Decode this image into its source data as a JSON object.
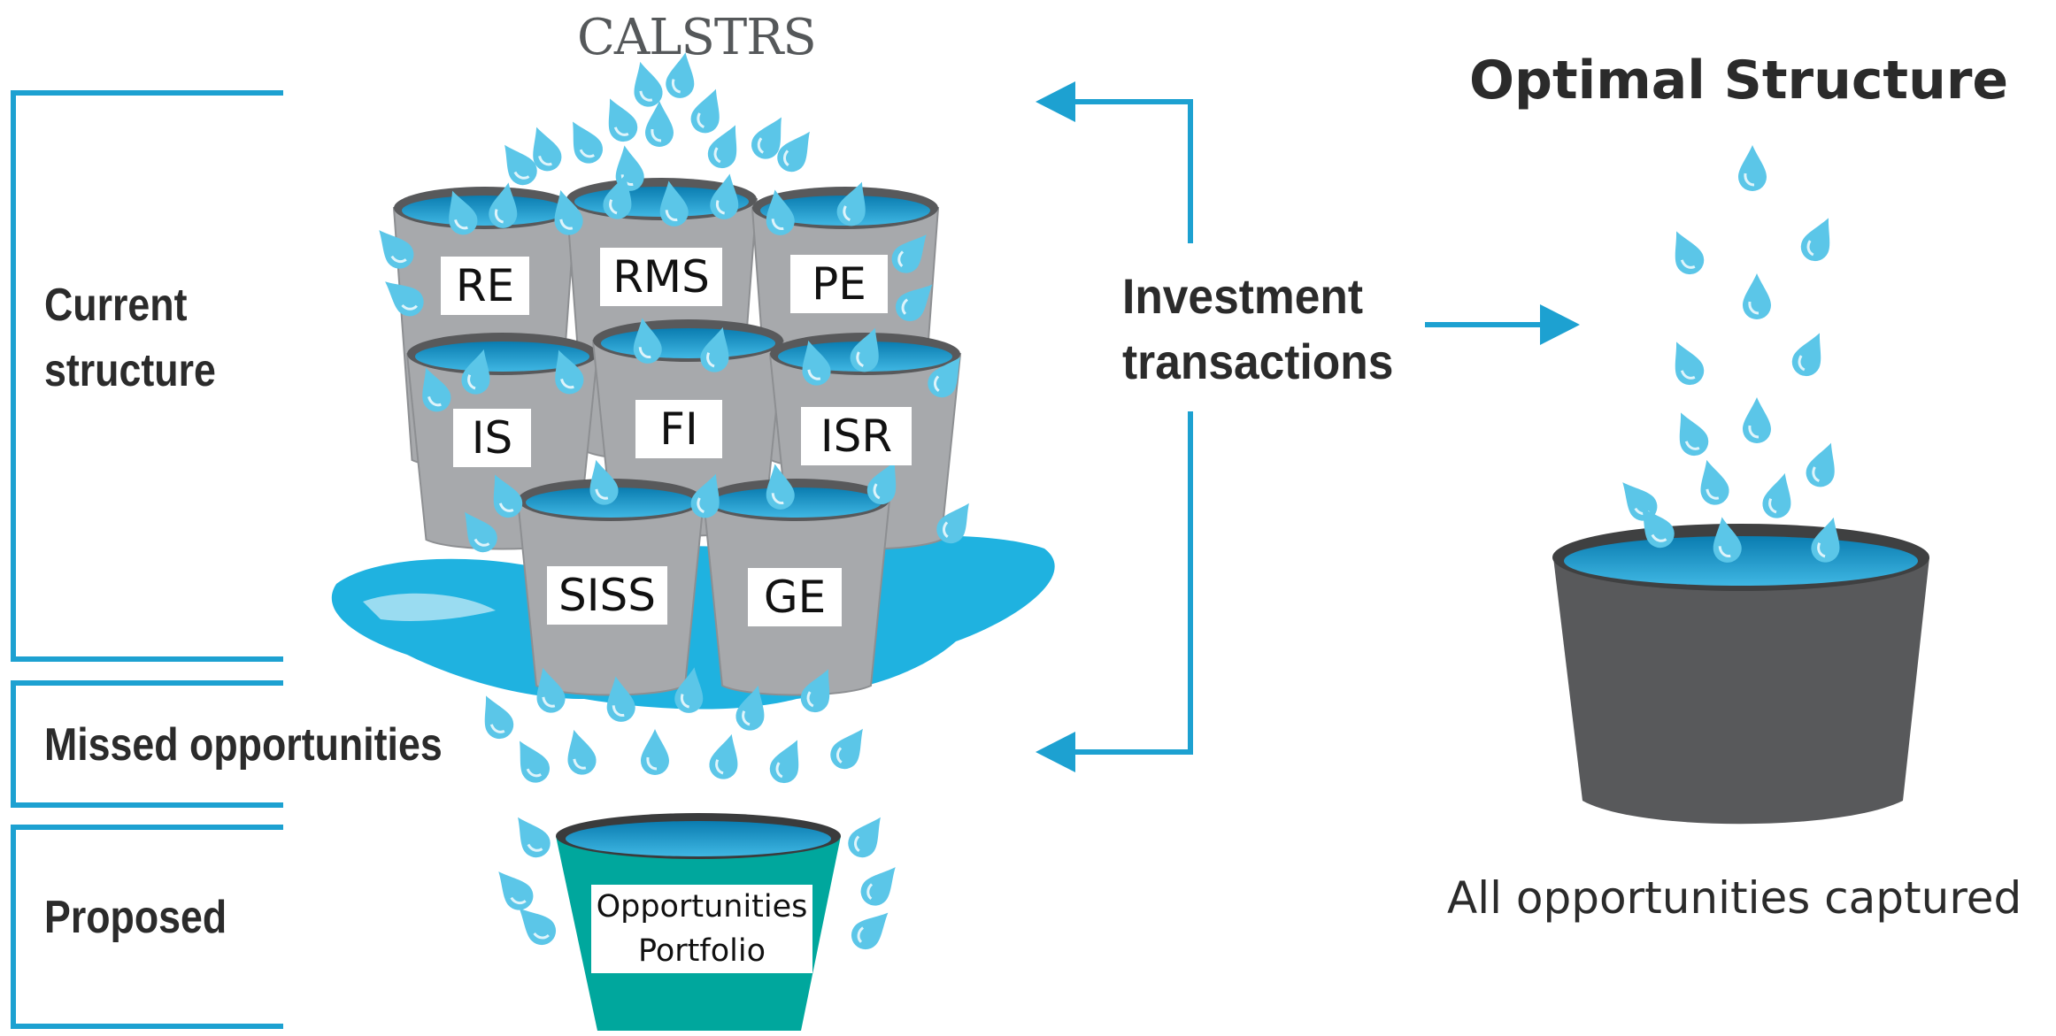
{
  "logo": {
    "text": "CALSTRS"
  },
  "brackets": {
    "current": "Current structure",
    "current_line1": "Current",
    "current_line2": "structure",
    "missed": "Missed opportunities",
    "proposed": "Proposed"
  },
  "buckets": [
    {
      "label": "RE"
    },
    {
      "label": "RMS"
    },
    {
      "label": "PE"
    },
    {
      "label": "IS"
    },
    {
      "label": "FI"
    },
    {
      "label": "ISR"
    },
    {
      "label": "SISS"
    },
    {
      "label": "GE"
    }
  ],
  "opportunities_bucket": {
    "line1": "Opportunities",
    "line2": "Portfolio"
  },
  "investment": {
    "line1": "Investment",
    "line2": "transactions"
  },
  "optimal": {
    "title": "Optimal Structure",
    "caption": "All opportunities captured"
  },
  "colors": {
    "accent": "#1da1d1",
    "water": "#5bc6e8",
    "bucket_gray": "#a7a9ac",
    "bucket_dark": "#58595b",
    "teal": "#00a79d"
  }
}
